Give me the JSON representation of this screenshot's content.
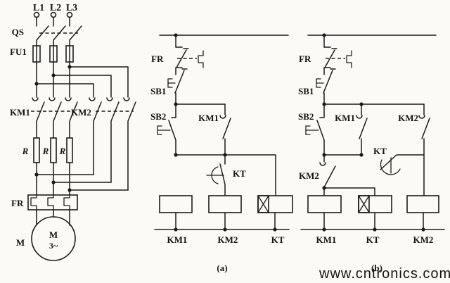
{
  "canvas": {
    "background": "#fbfaf6",
    "ink": "#1b1b1b"
  },
  "watermark": {
    "text": "www.cntronics.com",
    "color": "#a6d2a9"
  },
  "power": {
    "phases": [
      "L1",
      "L2",
      "L3"
    ],
    "disconnect": "QS",
    "fuse": "FU1",
    "km1": "KM1",
    "km2": "KM2",
    "resistors": [
      "R",
      "R",
      "R"
    ],
    "overload": "FR",
    "motor_ref": "M",
    "motor_letter": "M",
    "motor_phases": "3~"
  },
  "panel_a": {
    "caption": "(a)",
    "fr": "FR",
    "sb1": "SB1",
    "sb2": "SB2",
    "km1_aux": "KM1",
    "kt_contact": "KT",
    "coils": [
      "KM1",
      "KM2",
      "KT"
    ]
  },
  "panel_b": {
    "caption": "(b)",
    "fr": "FR",
    "sb1": "SB1",
    "sb2": "SB2",
    "km1_aux": "KM1",
    "km2_aux": "KM2",
    "kt_contact": "KT",
    "km2_interlock": "KM2",
    "coils": [
      "KM1",
      "KT",
      "KM2"
    ]
  }
}
